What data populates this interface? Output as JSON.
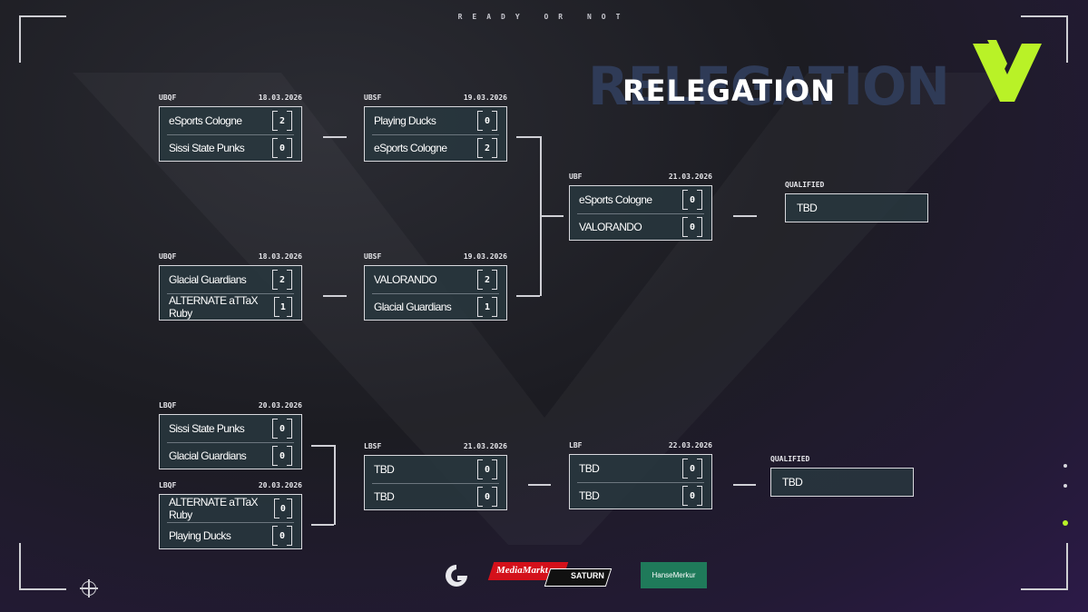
{
  "tagline": "READY OR NOT",
  "title": "RELEGATION",
  "title_shadow": "RELEGATION",
  "accent_color": "#b9f227",
  "matches": [
    {
      "round": "UBQF",
      "date": "18.03.2026",
      "teams": [
        {
          "name": "eSports Cologne",
          "score": "2"
        },
        {
          "name": "Sissi State Punks",
          "score": "0"
        }
      ]
    },
    {
      "round": "UBQF",
      "date": "18.03.2026",
      "teams": [
        {
          "name": "Glacial Guardians",
          "score": "2"
        },
        {
          "name": "ALTERNATE aTTaX Ruby",
          "score": "1"
        }
      ]
    },
    {
      "round": "UBSF",
      "date": "19.03.2026",
      "teams": [
        {
          "name": "Playing Ducks",
          "score": "0"
        },
        {
          "name": "eSports Cologne",
          "score": "2"
        }
      ]
    },
    {
      "round": "UBSF",
      "date": "19.03.2026",
      "teams": [
        {
          "name": "VALORANDO",
          "score": "2"
        },
        {
          "name": "Glacial Guardians",
          "score": "1"
        }
      ]
    },
    {
      "round": "UBF",
      "date": "21.03.2026",
      "teams": [
        {
          "name": "eSports Cologne",
          "score": "0"
        },
        {
          "name": "VALORANDO",
          "score": "0"
        }
      ]
    },
    {
      "round": "LBQF",
      "date": "20.03.2026",
      "teams": [
        {
          "name": "Sissi State Punks",
          "score": "0"
        },
        {
          "name": "Glacial Guardians",
          "score": "0"
        }
      ]
    },
    {
      "round": "LBQF",
      "date": "20.03.2026",
      "teams": [
        {
          "name": "ALTERNATE aTTaX Ruby",
          "score": "0"
        },
        {
          "name": "Playing Ducks",
          "score": "0"
        }
      ]
    },
    {
      "round": "LBSF",
      "date": "21.03.2026",
      "teams": [
        {
          "name": "TBD",
          "score": "0"
        },
        {
          "name": "TBD",
          "score": "0"
        }
      ]
    },
    {
      "round": "LBF",
      "date": "22.03.2026",
      "teams": [
        {
          "name": "TBD",
          "score": "0"
        },
        {
          "name": "TBD",
          "score": "0"
        }
      ]
    }
  ],
  "qualified": [
    {
      "label": "QUALIFIED",
      "team": "TBD"
    },
    {
      "label": "QUALIFIED",
      "team": "TBD"
    }
  ],
  "sponsors": {
    "logitech_icon": "logitech-g-icon",
    "mediamarkt": "MediaMarkt",
    "saturn": "SATURN",
    "hansemerkur": "HanseMerkur"
  }
}
